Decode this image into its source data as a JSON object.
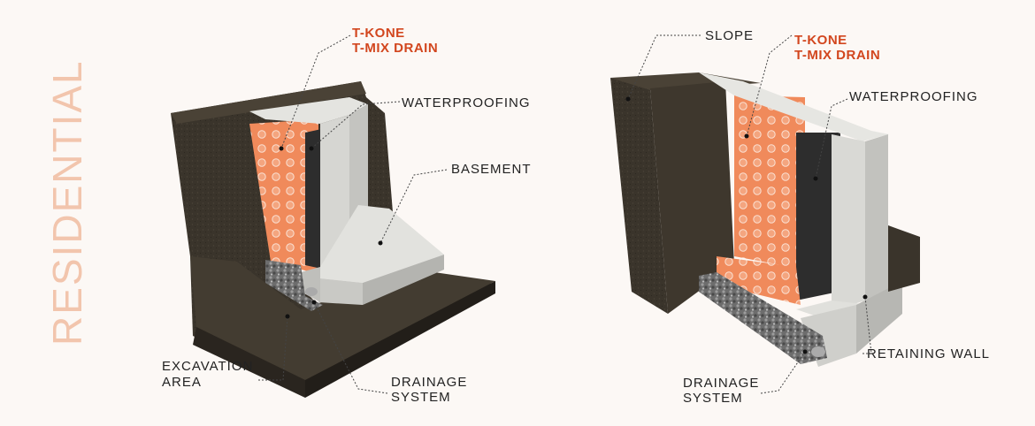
{
  "side_title": "RESIDENTIAL",
  "colors": {
    "accent": "#d2461e",
    "soil": "#3a342b",
    "concrete": "#dcdcd8",
    "membrane": "#f08a5b",
    "bitumen": "#2d2d2d"
  },
  "left_diagram": {
    "product_line1": "T-KONE",
    "product_line2": "T-MIX DRAIN",
    "waterproofing": "WATERPROOFING",
    "basement": "BASEMENT",
    "excavation_line1": "EXCAVATION",
    "excavation_line2": "AREA",
    "drainage_line1": "DRAINAGE",
    "drainage_line2": "SYSTEM"
  },
  "right_diagram": {
    "slope": "SLOPE",
    "product_line1": "T-KONE",
    "product_line2": "T-MIX DRAIN",
    "waterproofing": "WATERPROOFING",
    "retaining_wall": "RETAINING WALL",
    "drainage_line1": "DRAINAGE",
    "drainage_line2": "SYSTEM"
  }
}
